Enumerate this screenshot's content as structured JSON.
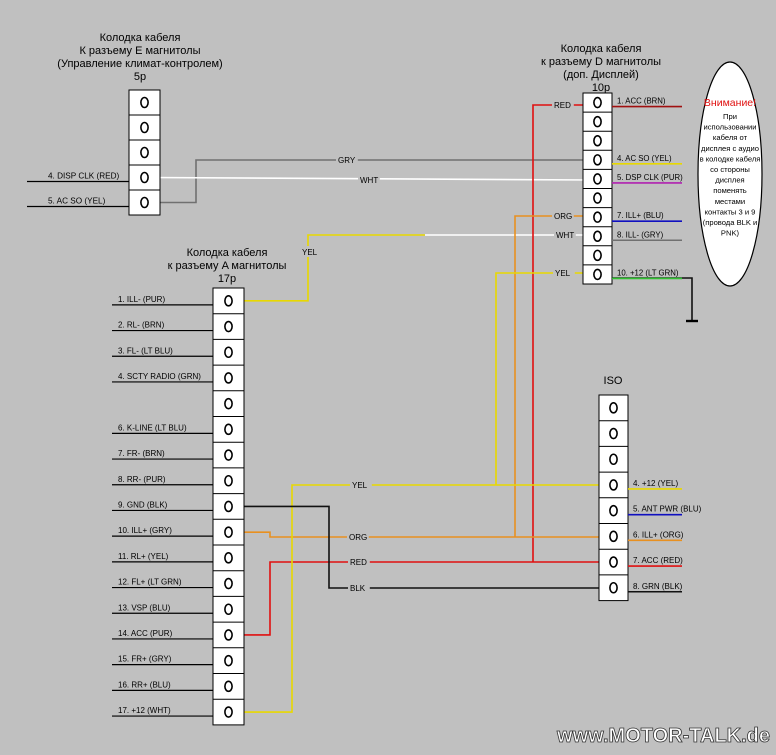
{
  "connectors": {
    "e": {
      "title_lines": [
        "Колодка кабеля",
        "К разъему E магнитолы",
        "(Управление климат-контролем)"
      ],
      "pin_count": "5p",
      "pins": [
        {
          "n": 4,
          "label": "4. DISP CLK (RED)"
        },
        {
          "n": 5,
          "label": "5. AC SO (YEL)"
        }
      ]
    },
    "d": {
      "title_lines": [
        "Колодка кабеля",
        "к разъему  D магнитолы",
        "(доп. Дисплей)"
      ],
      "pin_count": "10p",
      "pins": [
        {
          "n": 1,
          "label": "1. ACC (BRN)",
          "color": "#a01010"
        },
        {
          "n": 4,
          "label": "4. AC SO (YEL)",
          "color": "#e8d800"
        },
        {
          "n": 5,
          "label": "5. DSP CLK (PUR)",
          "color": "#b020b0"
        },
        {
          "n": 7,
          "label": "7. ILL+ (BLU)",
          "color": "#1010c0"
        },
        {
          "n": 8,
          "label": "8. ILL- (GRY)",
          "color": "#707070"
        },
        {
          "n": 10,
          "label": "10. +12 (LT GRN)",
          "color": "#30c030"
        }
      ]
    },
    "a": {
      "title_lines": [
        "Колодка кабеля",
        "к разъему A магнитолы"
      ],
      "pin_count": "17p",
      "pins": [
        {
          "n": 1,
          "label": "1. ILL- (PUR)"
        },
        {
          "n": 2,
          "label": "2. RL- (BRN)"
        },
        {
          "n": 3,
          "label": "3. FL- (LT BLU)"
        },
        {
          "n": 4,
          "label": "4. SCTY RADIO (GRN)"
        },
        {
          "n": 6,
          "label": "6. K-LINE (LT BLU)"
        },
        {
          "n": 7,
          "label": "7. FR- (BRN)"
        },
        {
          "n": 8,
          "label": "8. RR- (PUR)"
        },
        {
          "n": 9,
          "label": "9. GND (BLK)"
        },
        {
          "n": 10,
          "label": "10. ILL+ (GRY)"
        },
        {
          "n": 11,
          "label": "11. RL+ (YEL)"
        },
        {
          "n": 12,
          "label": "12. FL+ (LT GRN)"
        },
        {
          "n": 13,
          "label": "13. VSP (BLU)"
        },
        {
          "n": 14,
          "label": "14. ACC (PUR)"
        },
        {
          "n": 15,
          "label": "15. FR+ (GRY)"
        },
        {
          "n": 16,
          "label": "16. RR+ (BLU)"
        },
        {
          "n": 17,
          "label": "17. +12 (WHT)"
        }
      ]
    },
    "iso": {
      "title": "ISO",
      "pins": [
        {
          "n": 4,
          "label": "4. +12 (YEL)",
          "color": "#e8d800"
        },
        {
          "n": 5,
          "label": "5. ANT PWR (BLU)",
          "color": "#1010c0"
        },
        {
          "n": 6,
          "label": "6. ILL+ (ORG)",
          "color": "#e89020"
        },
        {
          "n": 7,
          "label": "7. ACC (RED)",
          "color": "#e01010"
        },
        {
          "n": 8,
          "label": "8. GRN (BLK)",
          "color": "#111111"
        }
      ]
    }
  },
  "wire_labels": {
    "gry": "GRY",
    "wht_top": "WHT",
    "yel_a": "YEL",
    "red_d": "RED",
    "org_d": "ORG",
    "wht_d": "WHT",
    "yel_d": "YEL",
    "yel_iso": "YEL",
    "org_iso": "ORG",
    "red_iso": "RED",
    "blk_iso": "BLK"
  },
  "warning": {
    "title": "Внимание!",
    "lines": [
      "При",
      "использовании",
      "кабеля от",
      "дисплея с аудио",
      "в колодке кабеля",
      "со стороны",
      "дисплея",
      "поменять",
      "местами",
      "контакты 3 и 9",
      "(провода BLK и",
      "PNK)"
    ]
  },
  "watermark": "www.MOTOR-TALK.de",
  "colors": {
    "background": "#c0c0c0",
    "yellow": "#e8d800",
    "red": "#e01010",
    "orange": "#e89020",
    "gray": "#707070",
    "white": "#ffffff",
    "black": "#111111",
    "warning_title": "#e01010"
  }
}
